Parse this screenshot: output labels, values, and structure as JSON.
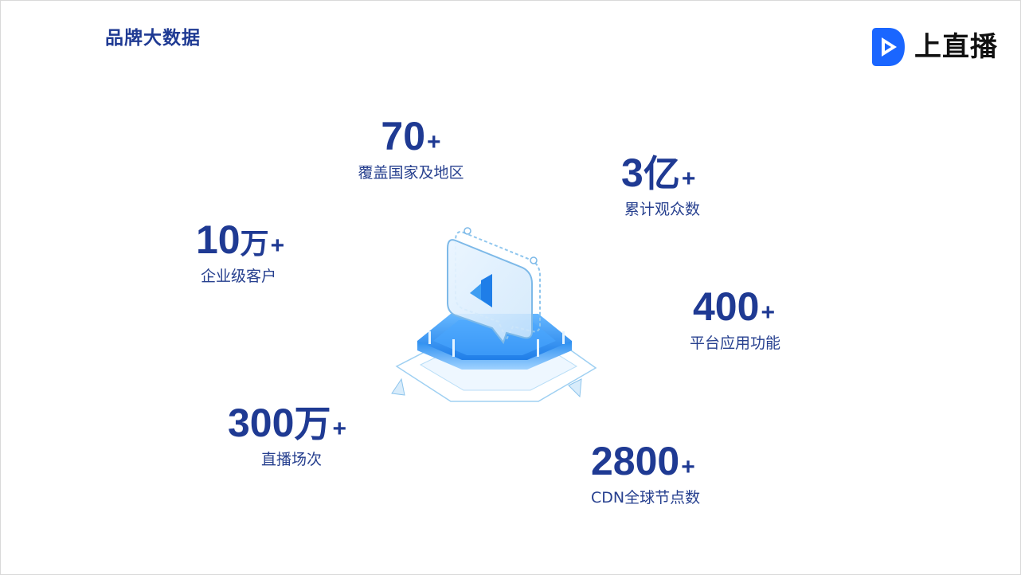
{
  "header": {
    "title": "品牌大数据"
  },
  "logo": {
    "text": "上直播",
    "icon": "play-badge-icon",
    "color": "#1a66ff"
  },
  "stats": [
    {
      "value": "70",
      "unit": "",
      "suffix": "+",
      "label": "覆盖国家及地区"
    },
    {
      "value": "3",
      "unit": "亿",
      "suffix": "+",
      "label": "累计观众数"
    },
    {
      "value": "10",
      "unit": "万",
      "suffix": "+",
      "label": "企业级客户"
    },
    {
      "value": "400",
      "unit": "",
      "suffix": "+",
      "label": "平台应用功能"
    },
    {
      "value": "300",
      "unit": "万",
      "suffix": "+",
      "label": "直播场次"
    },
    {
      "value": "2800",
      "unit": "",
      "suffix": "+",
      "label": "CDN全球节点数"
    }
  ],
  "center_illustration": {
    "icon": "video-platform-illustration",
    "accent": "#2b8cf0"
  },
  "colors": {
    "primary_text": "#1f3a93",
    "brand": "#1a66ff"
  }
}
